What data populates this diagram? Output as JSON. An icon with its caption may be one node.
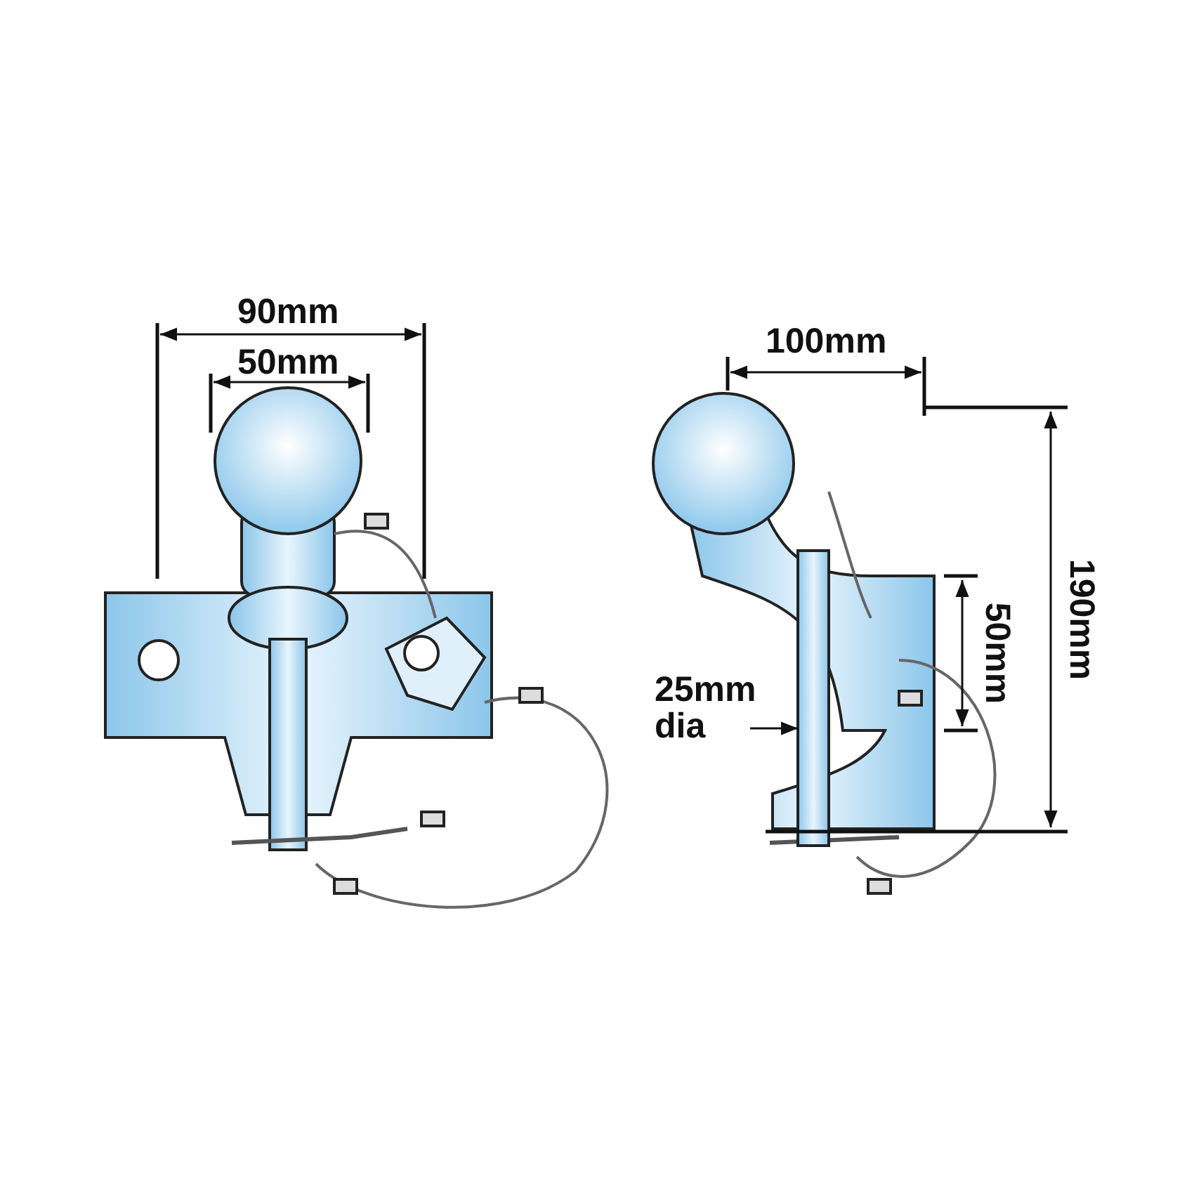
{
  "diagram": {
    "nodes": [
      {
        "text": [
          "25mm dia"
        ]
      },
      {
        "text": [],
        "shape": "picture"
      }
    ],
    "edges": [
      {
        "from": 0,
        "to": 1,
        "arrow": "to"
      }
    ],
    "labels": [
      "90mm",
      "50mm",
      "100mm",
      "190mm",
      "50mm"
    ]
  }
}
